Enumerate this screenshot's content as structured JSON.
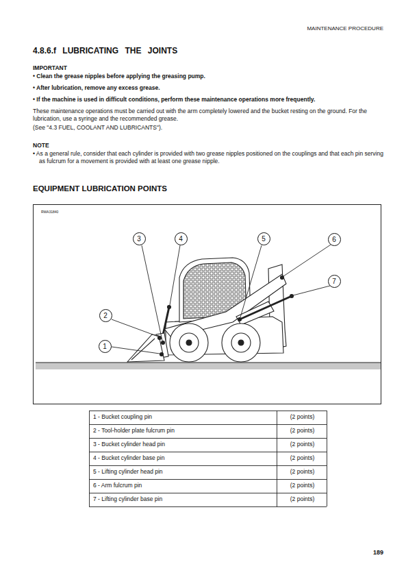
{
  "diagram": {
    "title": "4.8.6.f LUBRICATING THE JOINTS",
    "nodes": [
      {
        "text": [
          "3"
        ]
      },
      {
        "text": [
          "4"
        ]
      },
      {
        "text": [
          "5"
        ]
      },
      {
        "text": [
          "6"
        ]
      },
      {
        "text": [
          "2"
        ]
      },
      {
        "text": [
          "7"
        ]
      },
      {
        "text": [
          "1"
        ]
      }
    ],
    "labels": [
      "MAINTENANCE PROCEDURE",
      "IMPORTANT",
      "• Clean the grease nipples before applying the greasing pump.",
      "• After lubrication, remove any excess grease.",
      "• If the machine is used in difficult conditions, perform these maintenance operations more frequently.",
      "These maintenance operations must be carried out with the arm completely lowered and the bucket resting on the ground. For the lubrication, use a syringe and the recommended grease.",
      "(See \"4.3 FUEL, COOLANT AND LUBRICANTS\").",
      "NOTE",
      "• As a general rule, consider that each cylinder is provided with two grease nipples positioned on the couplings and that each pin serving as fulcrum for a movement is provided with at least one grease nipple.",
      "EQUIPMENT LUBRICATION POINTS",
      "RWA31840",
      "1 - Bucket coupling pin",
      "(2 points)",
      "2 - Tool-holder plate fulcrum pin",
      "(2 points)",
      "3 - Bucket cylinder head pin",
      "(2 points)",
      "4 - Bucket cylinder base pin",
      "(2 points)",
      "5 - Lifting cylinder head pin",
      "(2 points)",
      "6 - Arm fulcrum pin",
      "(2 points)",
      "7 - Lifting cylinder base pin",
      "(2 points)",
      "189"
    ]
  }
}
